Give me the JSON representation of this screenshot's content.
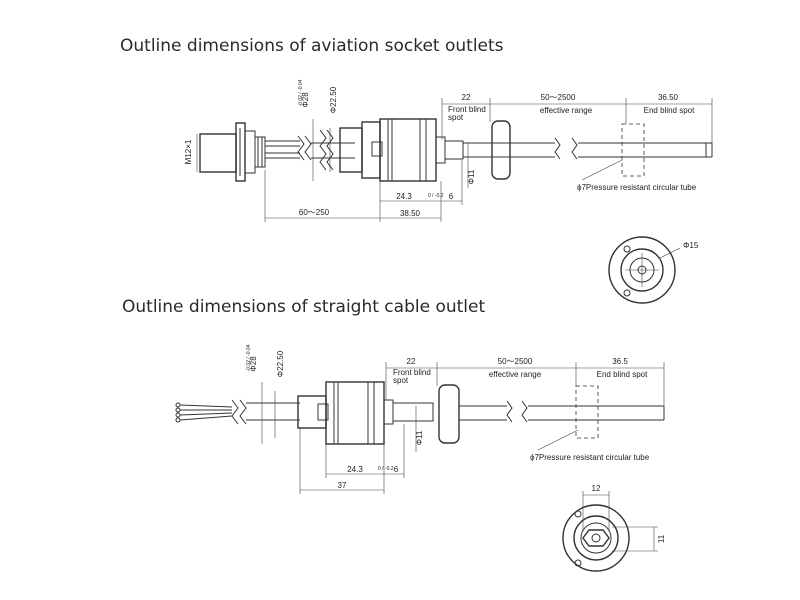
{
  "titles": {
    "aviation": "Outline dimensions of aviation socket outlets",
    "straight": "Outline dimensions of straight cable outlet"
  },
  "aviation": {
    "thread": "M12×1",
    "dia28": "Φ28",
    "dia28_tol": "-0.02 / -0.04",
    "dia22": "Φ22.50",
    "dia11": "Φ11",
    "front_len": "22",
    "front_label_1": "Front blind",
    "front_label_2": "spot",
    "effective_len": "50～2500",
    "effective_label": "effective range",
    "end_len": "36.50",
    "end_label": "End blind spot",
    "tube_label": "ϕ7Pressure resistant circular tube",
    "body_len": "24.3",
    "body_tol": "0 / -0.2",
    "gap_len": "6",
    "cable_len": "60～250",
    "head_len": "38.50",
    "end_dia": "Φ15"
  },
  "straight": {
    "dia28": "Φ28",
    "dia28_tol": "-0.02 / -0.04",
    "dia22": "Φ22.50",
    "dia11": "Φ11",
    "front_len": "22",
    "front_label_1": "Front blind",
    "front_label_2": "spot",
    "effective_len": "50～2500",
    "effective_label": "effective range",
    "end_len": "36.5",
    "end_label": "End blind spot",
    "tube_label": "ϕ7Pressure resistant circular tube",
    "body_len": "24.3",
    "body_tol": "0 / -0.2",
    "gap_len": "6",
    "head_len": "37",
    "hex_width": "12",
    "hex_height": "11"
  }
}
